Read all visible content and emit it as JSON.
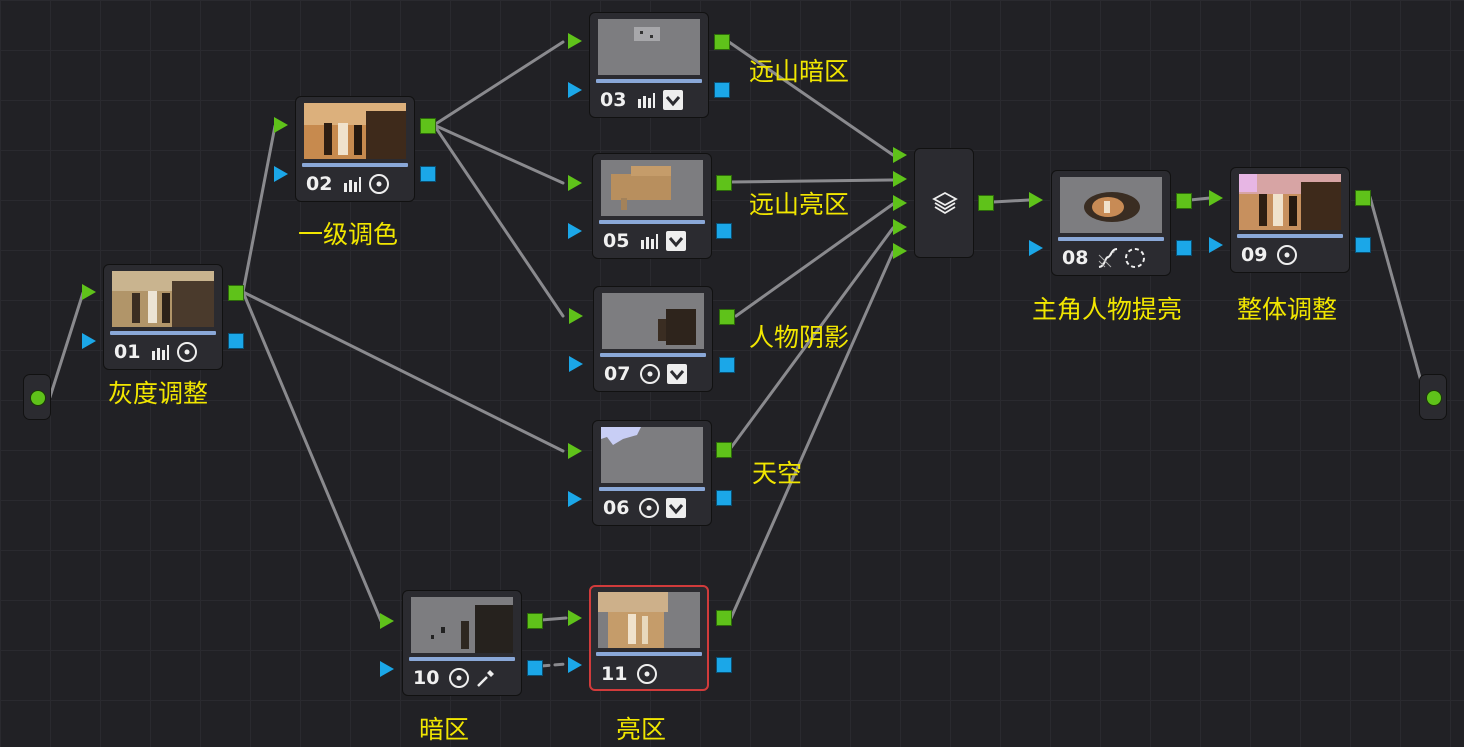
{
  "nodes": [
    {
      "id": "01",
      "label": "灰度调整"
    },
    {
      "id": "02",
      "label": "一级调色"
    },
    {
      "id": "03",
      "label": "远山暗区"
    },
    {
      "id": "05",
      "label": "远山亮区"
    },
    {
      "id": "07",
      "label": "人物阴影"
    },
    {
      "id": "06",
      "label": "天空"
    },
    {
      "id": "08",
      "label": "主角人物提亮"
    },
    {
      "id": "09",
      "label": "整体调整"
    },
    {
      "id": "10",
      "label": "暗区"
    },
    {
      "id": "11",
      "label": "亮区"
    }
  ],
  "colors": {
    "accent_green": "#5fc21a",
    "accent_blue": "#1ba7e8",
    "label_yellow": "#f1e600",
    "selected_border": "#d13b3b"
  },
  "icons": {
    "bars": "bars-icon",
    "window": "circle-window-icon",
    "dropdown": "dropdown-icon",
    "curve": "curve-icon",
    "dashed": "dashed-circle-icon",
    "picker": "eyedropper-icon",
    "layer": "layer-stack-icon"
  }
}
